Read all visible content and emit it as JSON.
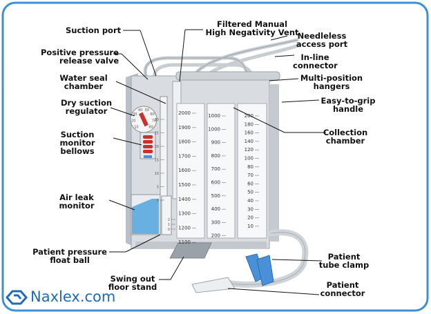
{
  "labels": {
    "suction_port": "Suction port",
    "positive_pressure": [
      "Positive pressure",
      "release valve"
    ],
    "water_seal": [
      "Water seal",
      "chamber"
    ],
    "dry_suction": [
      "Dry suction",
      "regulator"
    ],
    "suction_bellows": [
      "Suction",
      "monitor",
      "bellows"
    ],
    "air_leak": [
      "Air leak",
      "monitor"
    ],
    "patient_float": [
      "Patient pressure",
      "float ball"
    ],
    "swing_stand": [
      "Swing out",
      "floor stand"
    ],
    "filtered_vent": [
      "Filtered Manual",
      "High Negativity Vent"
    ],
    "needleless": [
      "Needleless",
      "access port"
    ],
    "inline_connector": [
      "In-line",
      "connector"
    ],
    "hangers": [
      "Multi-position",
      "hangers"
    ],
    "grip_handle": [
      "Easy-to-grip",
      "handle"
    ],
    "collection": [
      "Collection",
      "chamber"
    ],
    "tube_clamp": [
      "Patient",
      "tube clamp"
    ],
    "patient_connector": [
      "Patient",
      "connector"
    ]
  },
  "scales": {
    "water_seal": [
      "30",
      "25",
      "20",
      "15",
      "10",
      "5",
      "0"
    ],
    "chamber1": [
      "2000",
      "1900",
      "1800",
      "1700",
      "1600",
      "1500",
      "1400",
      "1300",
      "1200",
      "1100"
    ],
    "chamber2": [
      "1000",
      "1000",
      "900",
      "800",
      "700",
      "600",
      "500",
      "400",
      "300",
      "200"
    ],
    "chamber3": [
      "200",
      "180",
      "160",
      "140",
      "120",
      "100",
      "80",
      "70",
      "60",
      "50",
      "40",
      "30",
      "20",
      "10"
    ],
    "air_leak": [
      "2",
      "1",
      "0"
    ]
  },
  "dial_ticks": [
    "10",
    "20",
    "30",
    "40",
    "50",
    "60",
    "70",
    "80"
  ],
  "logo": {
    "text": "Naxlex.com"
  },
  "colors": {
    "frame_border": "#3a8fd8",
    "logo": "#1f6bb3",
    "clamp": "#4a90d9",
    "water": "#5aa8e0",
    "bellows": "#c8322d"
  }
}
